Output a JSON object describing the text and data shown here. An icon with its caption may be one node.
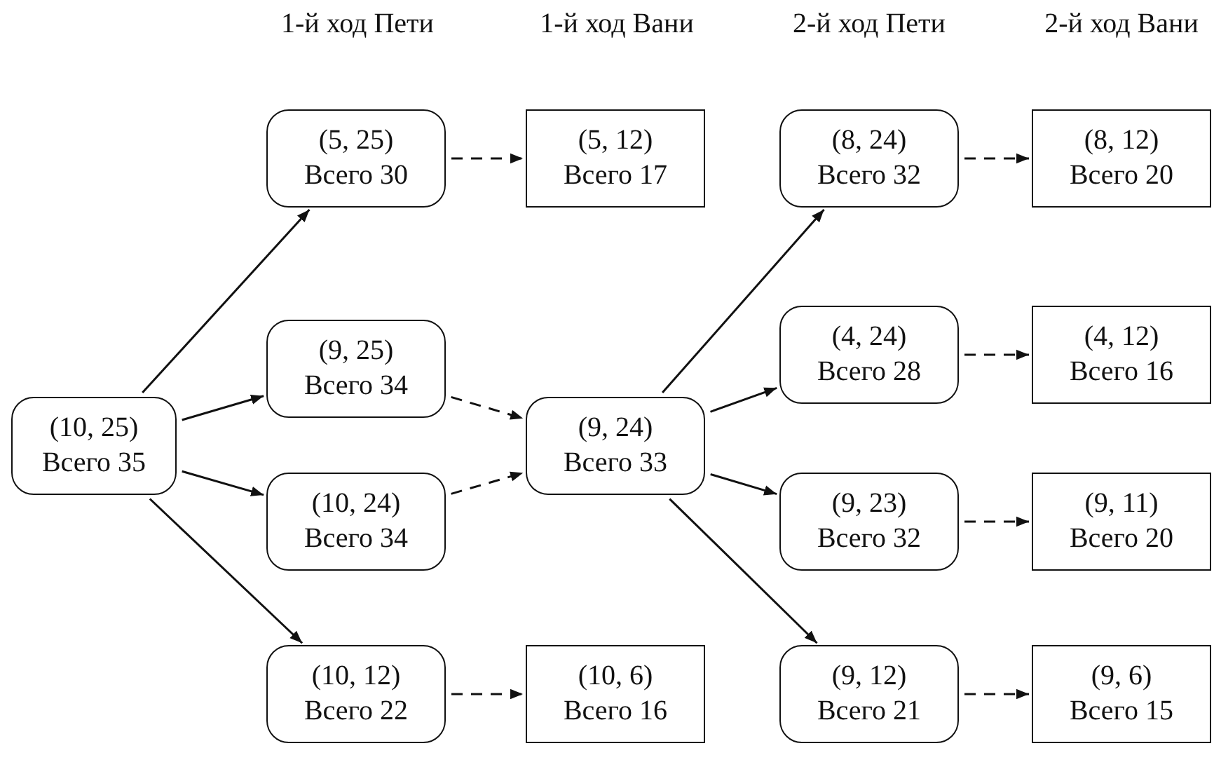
{
  "diagram": {
    "nodes": [
      {
        "text": [
          "(10, 25)",
          "Всего 35"
        ]
      },
      {
        "text": [
          "(5, 25)",
          "Всего 30"
        ]
      },
      {
        "text": [
          "(5, 12)",
          "Всего 17"
        ]
      },
      {
        "text": [
          "(9, 25)",
          "Всего 34"
        ]
      },
      {
        "text": [
          "(9, 24)",
          "Всего 33"
        ]
      },
      {
        "text": [
          "(10, 24)",
          "Всего 34"
        ]
      },
      {
        "text": [
          "(10, 12)",
          "Всего 22"
        ]
      },
      {
        "text": [
          "(10, 6)",
          "Всего 16"
        ]
      },
      {
        "text": [
          "(8, 24)",
          "Всего 32"
        ]
      },
      {
        "text": [
          "(8, 12)",
          "Всего 20"
        ]
      },
      {
        "text": [
          "(4, 24)",
          "Всего 28"
        ]
      },
      {
        "text": [
          "(4, 12)",
          "Всего 16"
        ]
      },
      {
        "text": [
          "(9, 23)",
          "Всего 32"
        ]
      },
      {
        "text": [
          "(9, 11)",
          "Всего 20"
        ]
      },
      {
        "text": [
          "(9, 12)",
          "Всего 21"
        ]
      },
      {
        "text": [
          "(9, 6)",
          "Всего 15"
        ]
      }
    ],
    "edges": [
      {
        "from": 0,
        "to": 1,
        "arrow": "to"
      },
      {
        "from": 0,
        "to": 3,
        "arrow": "to"
      },
      {
        "from": 0,
        "to": 5,
        "arrow": "to"
      },
      {
        "from": 0,
        "to": 6,
        "arrow": "to"
      },
      {
        "from": 1,
        "to": 2,
        "arrow": "to",
        "style": "dashed"
      },
      {
        "from": 3,
        "to": 4,
        "arrow": "to",
        "style": "dashed"
      },
      {
        "from": 5,
        "to": 4,
        "arrow": "to",
        "style": "dashed"
      },
      {
        "from": 6,
        "to": 7,
        "arrow": "to",
        "style": "dashed"
      },
      {
        "from": 4,
        "to": 8,
        "arrow": "to"
      },
      {
        "from": 4,
        "to": 10,
        "arrow": "to"
      },
      {
        "from": 4,
        "to": 12,
        "arrow": "to"
      },
      {
        "from": 4,
        "to": 14,
        "arrow": "to"
      },
      {
        "from": 8,
        "to": 9,
        "arrow": "to",
        "style": "dashed"
      },
      {
        "from": 10,
        "to": 11,
        "arrow": "to",
        "style": "dashed"
      },
      {
        "from": 12,
        "to": 13,
        "arrow": "to",
        "style": "dashed"
      },
      {
        "from": 14,
        "to": 15,
        "arrow": "to",
        "style": "dashed"
      }
    ],
    "labels": [
      "1-й ход Пети",
      "1-й ход Вани",
      "2-й ход Пети",
      "2-й ход Вани"
    ]
  }
}
